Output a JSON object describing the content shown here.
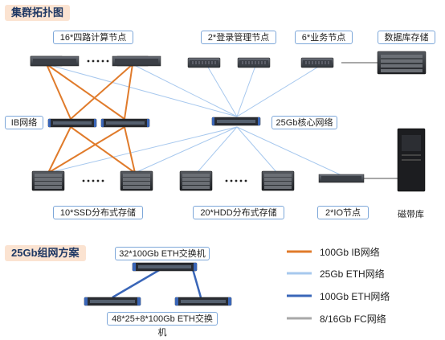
{
  "sections": {
    "cluster_topology": "集群拓扑图",
    "network_scheme": "25Gb组网方案"
  },
  "nodes": {
    "compute": "16*四路计算节点",
    "login": "2*登录管理节点",
    "business": "6*业务节点",
    "db_storage": "数据库存储",
    "ib_network": "IB网络",
    "core_network": "25Gb核心网络",
    "ssd_storage": "10*SSD分布式存储",
    "hdd_storage": "20*HDD分布式存储",
    "io_nodes": "2*IO节点",
    "tape_library": "磁带库"
  },
  "scheme": {
    "top_switch": "32*100Gb ETH交换机",
    "bottom_switch": "48*25+8*100Gb ETH交换机"
  },
  "legend": [
    {
      "label": "100Gb IB网络",
      "color": "#e07b2b"
    },
    {
      "label": "25Gb ETH网络",
      "color": "#a7c8ee"
    },
    {
      "label": "100Gb ETH网络",
      "color": "#3a66b8"
    },
    {
      "label": "8/16Gb FC网络",
      "color": "#a8a8a8"
    }
  ],
  "colors": {
    "ib": "#e07b2b",
    "eth25": "#a7c8ee",
    "eth100": "#3a66b8",
    "fc": "#a8a8a8"
  }
}
